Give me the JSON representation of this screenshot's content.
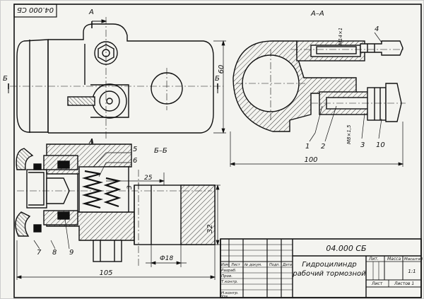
{
  "drawing": {
    "designation": "04.000 СБ",
    "designation_rotated": "04.000 СБ",
    "title_line1": "Гидроцилиндр",
    "title_line2": "рабочий тормозной"
  },
  "views": {
    "section_aa": "А–А",
    "section_bb": "Б–Б",
    "cut_a": "А",
    "cut_b": "Б"
  },
  "dimensions": {
    "d60": "60",
    "d100": "100",
    "d105": "105",
    "d32": "32",
    "d25": "25",
    "d3": "3",
    "d_phi18": "Ф18",
    "thread_m14": "М14×1",
    "thread_m8": "М8×1,5"
  },
  "callouts": [
    "1",
    "2",
    "3",
    "4",
    "5",
    "6",
    "7",
    "8",
    "9",
    "10"
  ],
  "title_block": {
    "headers": [
      "Изм.",
      "Лист",
      "№ докум.",
      "Подп.",
      "Дата"
    ],
    "rows": [
      "Разраб.",
      "Пров.",
      "Т.контр.",
      "Н.контр.",
      "Утв."
    ],
    "lit_label": "Лит.",
    "mass_label": "Масса",
    "scale_label": "Масштаб",
    "scale_value": "1:1",
    "sheet_label": "Лист",
    "sheets_label": "Листов 1"
  }
}
